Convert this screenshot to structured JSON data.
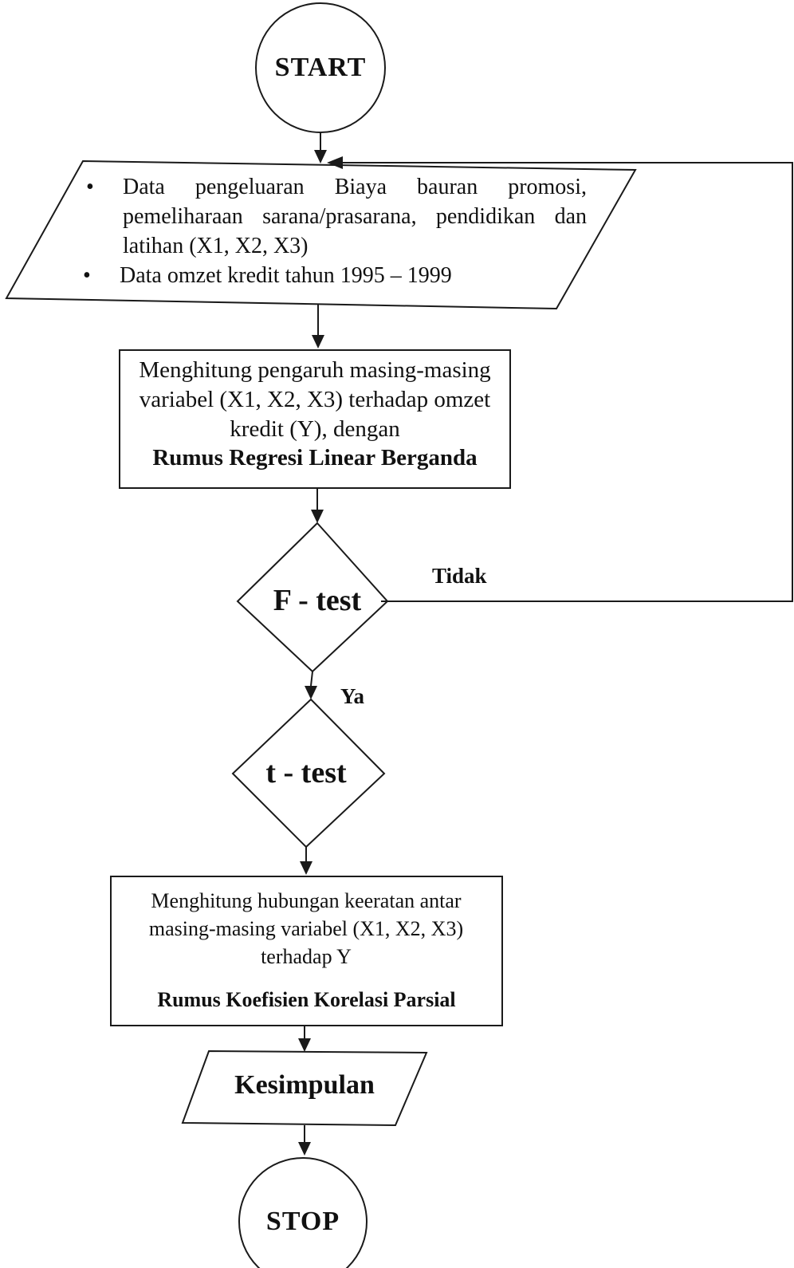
{
  "start_label": "START",
  "input_data": {
    "items": [
      "Data pengeluaran Biaya bauran promosi, pemeliharaan sarana/prasarana, pendidikan dan latihan (X1, X2, X3)",
      "Data omzet kredit tahun 1995 – 1999"
    ]
  },
  "regression_step": {
    "text": "Menghitung pengaruh masing-masing variabel (X1, X2, X3) terhadap omzet kredit (Y), dengan",
    "method": "Rumus Regresi Linear Berganda"
  },
  "f_test": {
    "label": "F - test",
    "no_label": "Tidak",
    "yes_label": "Ya"
  },
  "t_test": {
    "label": "t - test"
  },
  "correlation_step": {
    "text": "Menghitung hubungan keeratan antar masing-masing variabel (X1, X2, X3) terhadap Y",
    "method": "Rumus Koefisien Korelasi Parsial"
  },
  "conclusion_label": "Kesimpulan",
  "stop_label": "STOP"
}
